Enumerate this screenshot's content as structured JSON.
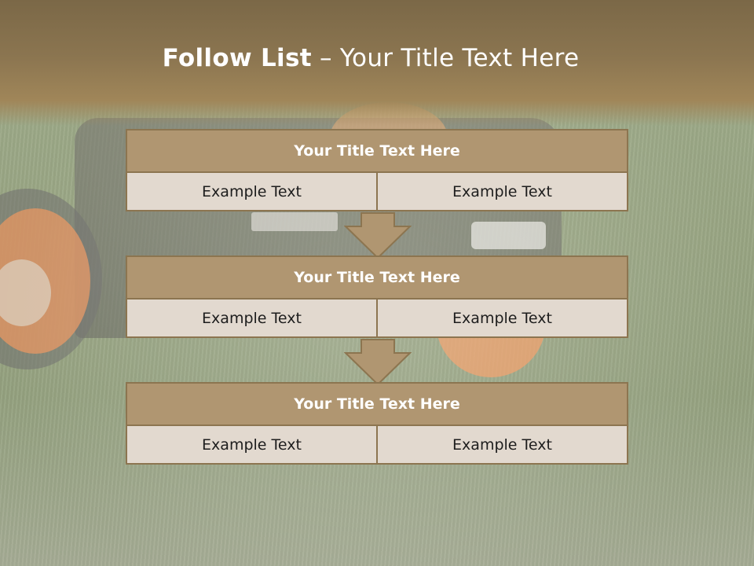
{
  "slide": {
    "title_bold": "Follow List",
    "title_rest": " – Your Title Text Here"
  },
  "steps": [
    {
      "title": "Your Title Text Here",
      "left": "Example Text",
      "right": "Example Text"
    },
    {
      "title": "Your Title Text Here",
      "left": "Example Text",
      "right": "Example Text"
    },
    {
      "title": "Your Title Text Here",
      "left": "Example Text",
      "right": "Example Text"
    }
  ],
  "colors": {
    "title_band": "#8b7550",
    "box_title_fill": "#b09671",
    "box_border": "#8c7550",
    "cell_fill": "#e2d9cf",
    "arrow_fill": "#b09671"
  }
}
